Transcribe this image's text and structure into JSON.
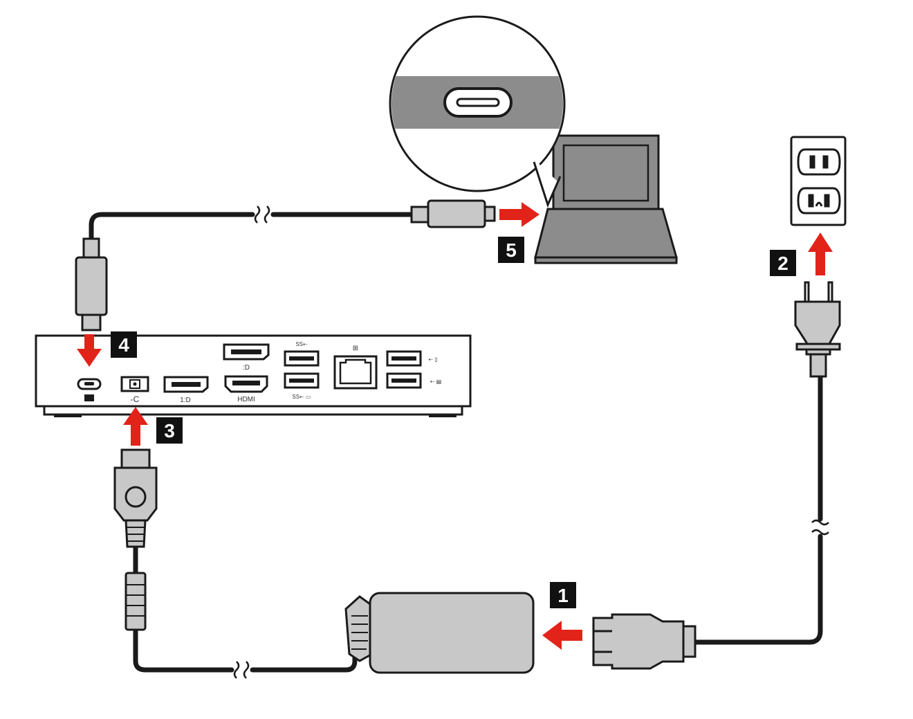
{
  "colors": {
    "arrow": "#e2231a",
    "badge": "#111111",
    "cable": "#1a1a1a",
    "device_gray": "#c8c8c8",
    "laptop_body": "#8c8c8c",
    "outline": "#1a1a1a"
  },
  "steps": [
    {
      "id": "1",
      "label": "1"
    },
    {
      "id": "2",
      "label": "2"
    },
    {
      "id": "3",
      "label": "3"
    },
    {
      "id": "4",
      "label": "4"
    },
    {
      "id": "5",
      "label": "5"
    }
  ],
  "dock": {
    "ports_text": {
      "hdmi": "HDMI"
    }
  },
  "icons": [
    "power-adapter-icon",
    "ac-power-cord-icon",
    "wall-outlet-icon",
    "usb-c-cable-icon",
    "docking-station-icon",
    "laptop-icon",
    "usb-c-port-zoom-icon"
  ]
}
